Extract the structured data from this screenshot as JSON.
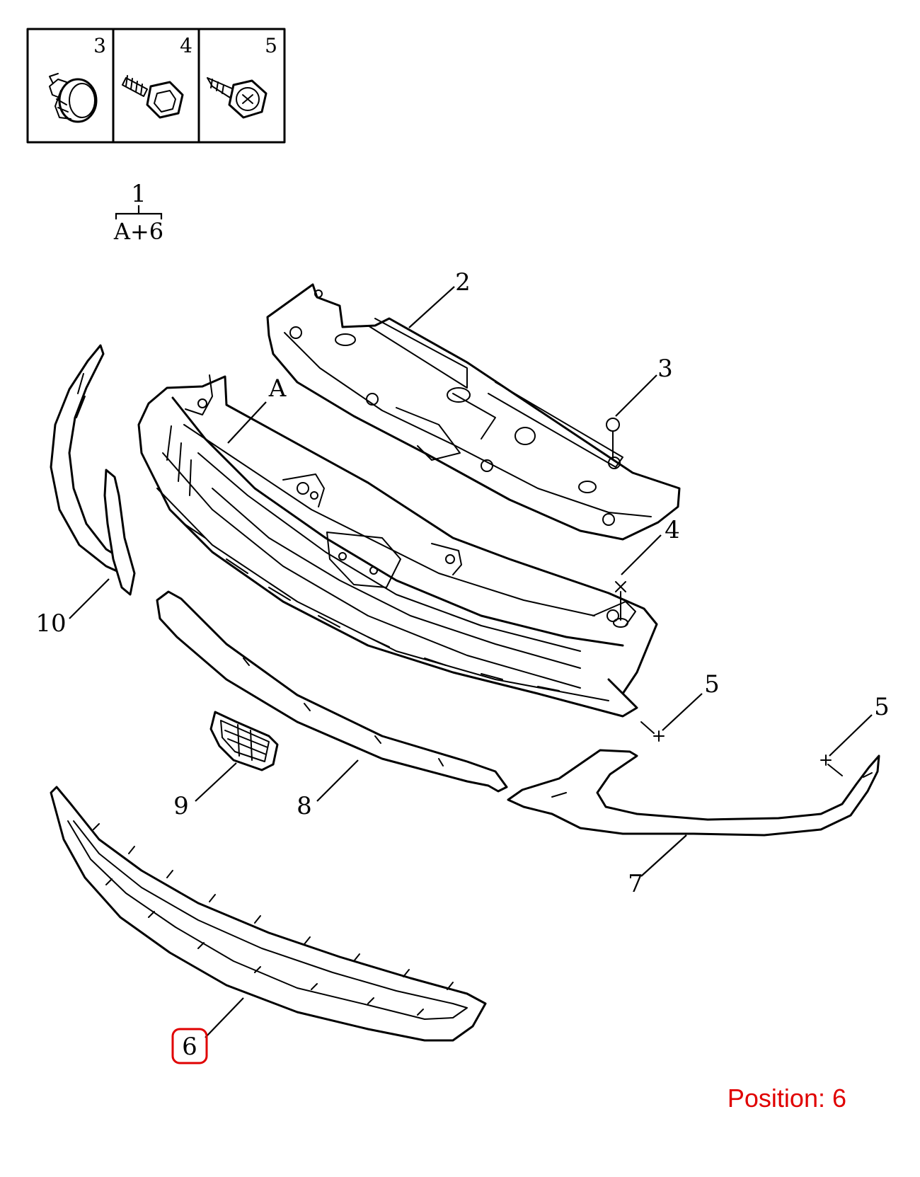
{
  "diagram": {
    "fasteners": [
      {
        "number": "3",
        "icon": "push-clip-icon"
      },
      {
        "number": "4",
        "icon": "hex-bolt-icon"
      },
      {
        "number": "5",
        "icon": "phillips-hex-screw-icon"
      }
    ],
    "assembly": {
      "number": "1",
      "contents": "A+6"
    },
    "callouts": {
      "c2": "2",
      "c3": "3",
      "cA": "A",
      "c4": "4",
      "c5a": "5",
      "c5b": "5",
      "c10": "10",
      "c9": "9",
      "c8": "8",
      "c7": "7",
      "c6": "6"
    },
    "highlight_color": "#e00000"
  },
  "status": {
    "position_label": "Position: 6"
  }
}
